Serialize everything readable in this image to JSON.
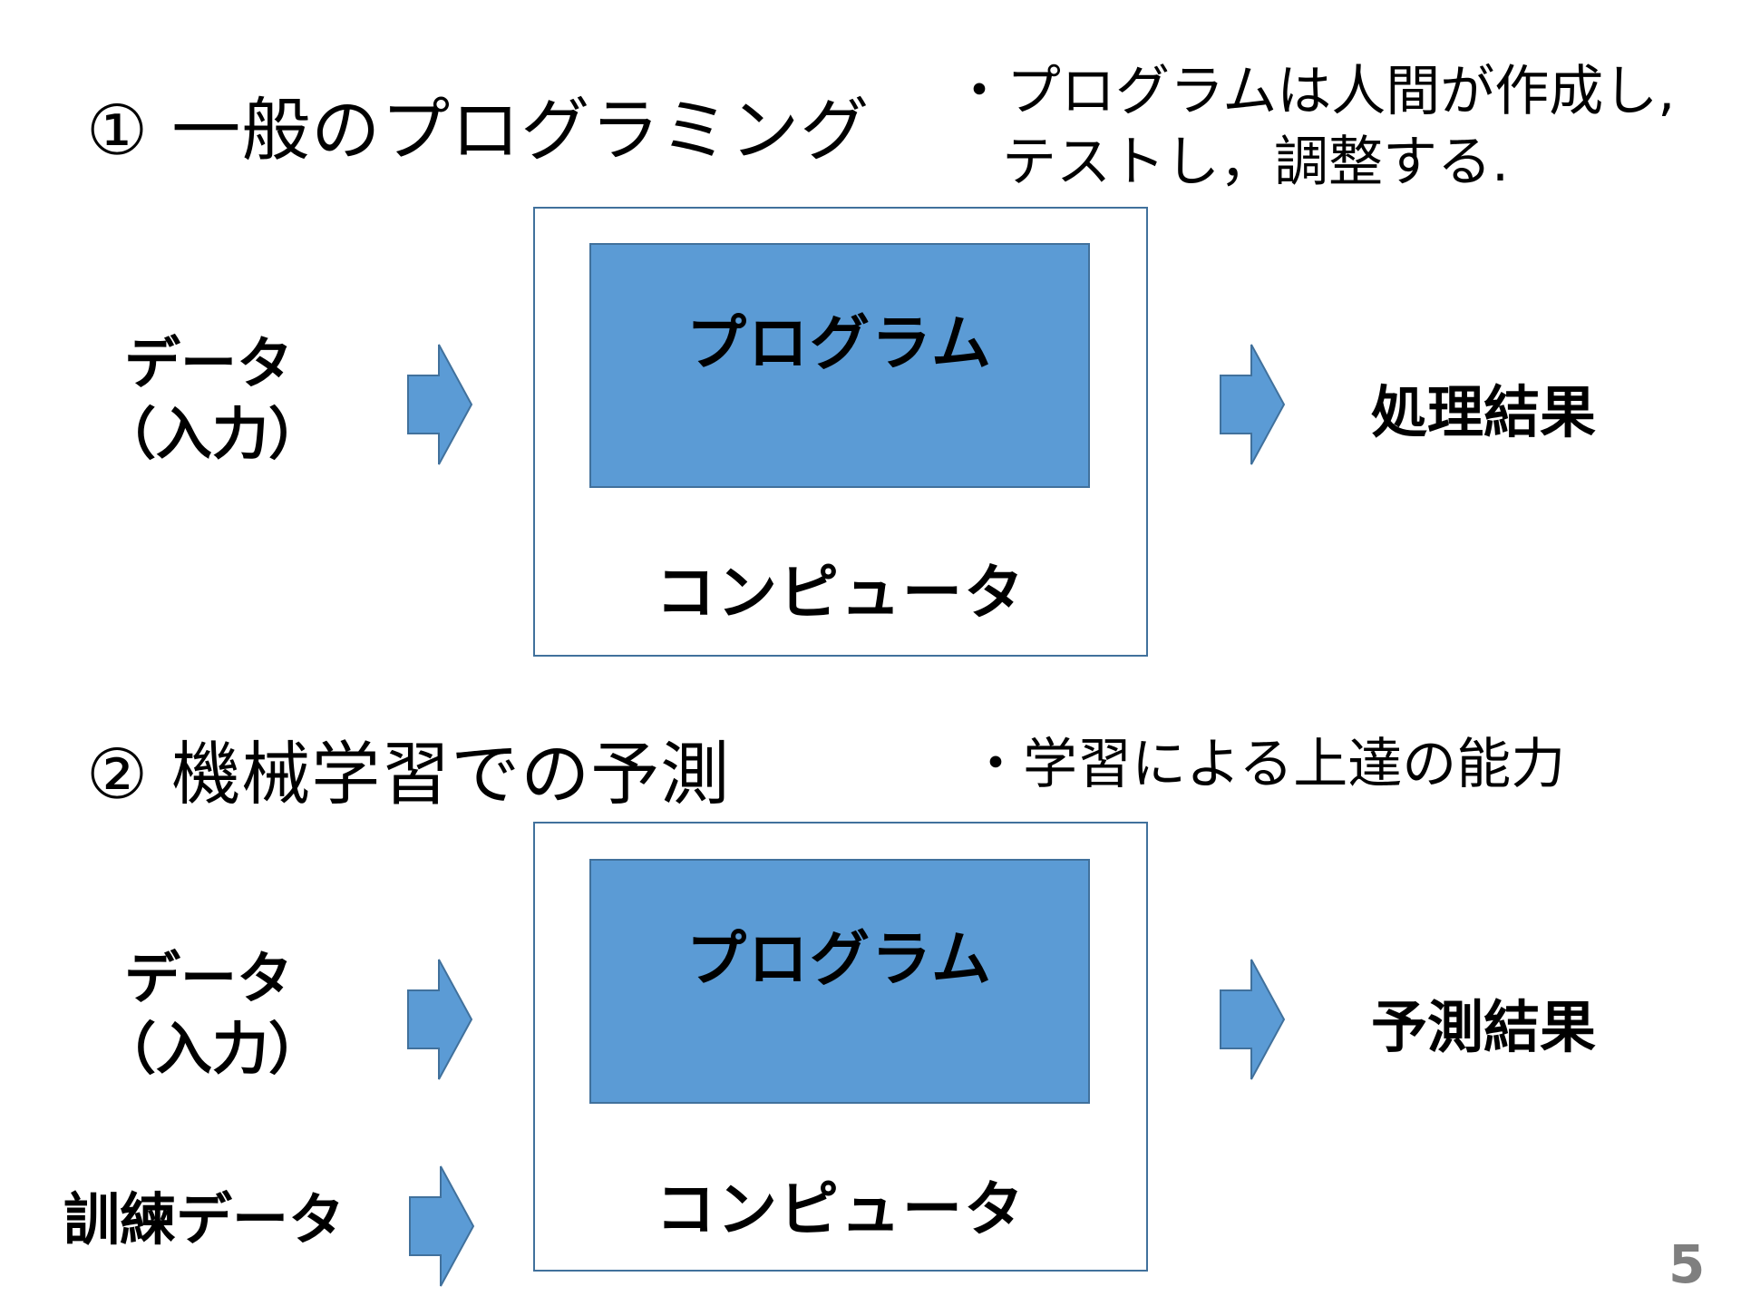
{
  "section1": {
    "title": "① 一般のプログラミング",
    "note_line1": "・プログラムは人間が作成し,",
    "note_line2": "テストし，調整する.",
    "program": "プログラム",
    "computer": "コンピュータ",
    "input_line1": "データ",
    "input_line2": "（入力）",
    "result": "処理結果"
  },
  "section2": {
    "title": "② 機械学習での予測",
    "note": "・学習による上達の能力",
    "program": "プログラム",
    "computer": "コンピュータ",
    "input_line1": "データ",
    "input_line2": "（入力）",
    "training": "訓練データ",
    "result": "予測結果"
  },
  "colors": {
    "program_fill": "#5b9bd5",
    "border": "#41719c",
    "page_number": "#7f7f7f"
  },
  "icons": [
    "right-arrow-icon"
  ],
  "page_number": "5"
}
